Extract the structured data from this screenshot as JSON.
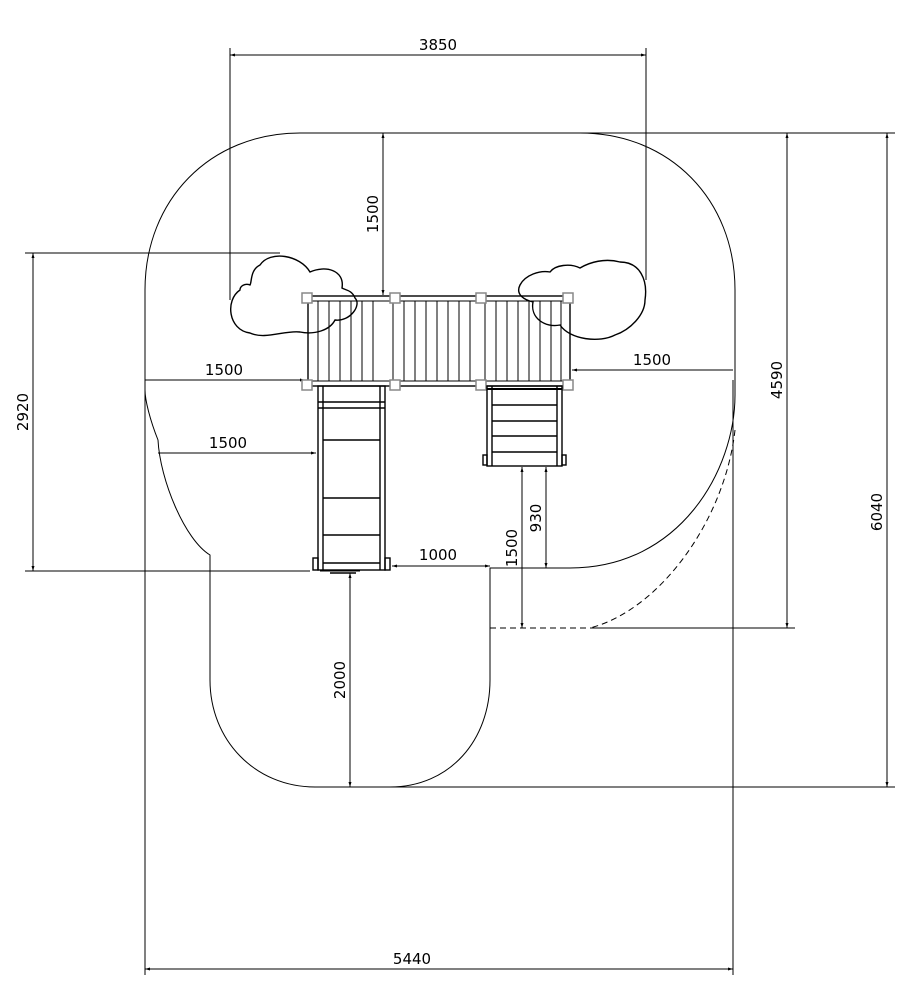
{
  "drawing": {
    "dimensions": {
      "top_width": "3850",
      "top_clearance": "1500",
      "left_height": "2920",
      "left_clearance_upper": "1500",
      "left_clearance_slide": "1500",
      "right_clearance": "1500",
      "right_height": "4590",
      "total_height": "6040",
      "ladder_clearance": "930",
      "step_clearance": "1500",
      "slide_side_gap": "1000",
      "slide_run_out": "2000",
      "total_width": "5440"
    },
    "colors": {
      "line": "#000000",
      "post": "#888888"
    }
  }
}
